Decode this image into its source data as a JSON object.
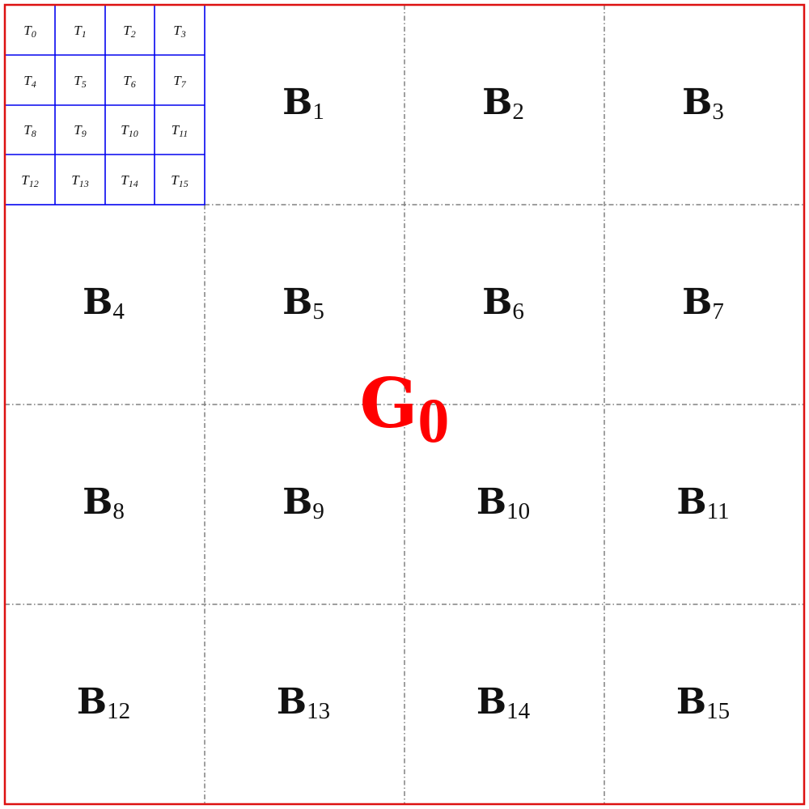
{
  "grid": {
    "label": "G",
    "index": "0",
    "color": "#ff0000"
  },
  "blocks": {
    "label": "B",
    "items": [
      "1",
      "2",
      "3",
      "4",
      "5",
      "6",
      "7",
      "8",
      "9",
      "10",
      "11",
      "12",
      "13",
      "14",
      "15"
    ],
    "line_color": "#808080"
  },
  "threads": {
    "label": "T",
    "items": [
      "0",
      "1",
      "2",
      "3",
      "4",
      "5",
      "6",
      "7",
      "8",
      "9",
      "10",
      "11",
      "12",
      "13",
      "14",
      "15"
    ],
    "color": "#0000ee"
  }
}
